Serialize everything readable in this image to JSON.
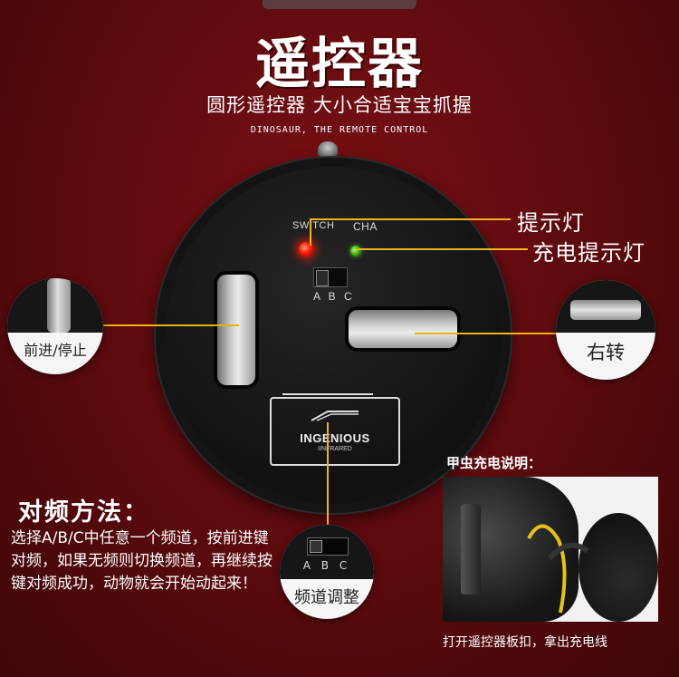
{
  "header": {
    "title": "遥控器",
    "subtitle": "圆形遥控器 大小合适宝宝抓握",
    "tagline": "DINOSAUR, THE REMOTE CONTROL"
  },
  "remote": {
    "switch_label": "SWITCH",
    "cha_label": "CHA",
    "abc_label": "A B C",
    "logo_main": "INGENIOUS",
    "logo_sub": "IINFRARED"
  },
  "callouts": {
    "indicator_light": "提示灯",
    "charge_light": "充电提示灯",
    "forward_stop": "前进/停止",
    "turn_right": "右转",
    "channel_adjust": "频道调整",
    "channel_abc": "A B C"
  },
  "method": {
    "title": "对频方法：",
    "text": "选择A/B/C中任意一个频道，按前进键对频，如果无频则切换频道，再继续按键对频成功，动物就会开始动起来！"
  },
  "beetle": {
    "title": "甲虫充电说明：",
    "caption": "打开遥控器板扣，拿出充电线"
  },
  "colors": {
    "background": "#5a0a0e",
    "callout_line": "#f3b215",
    "led_red": "#ff1a00",
    "led_green": "#3a9a10"
  }
}
